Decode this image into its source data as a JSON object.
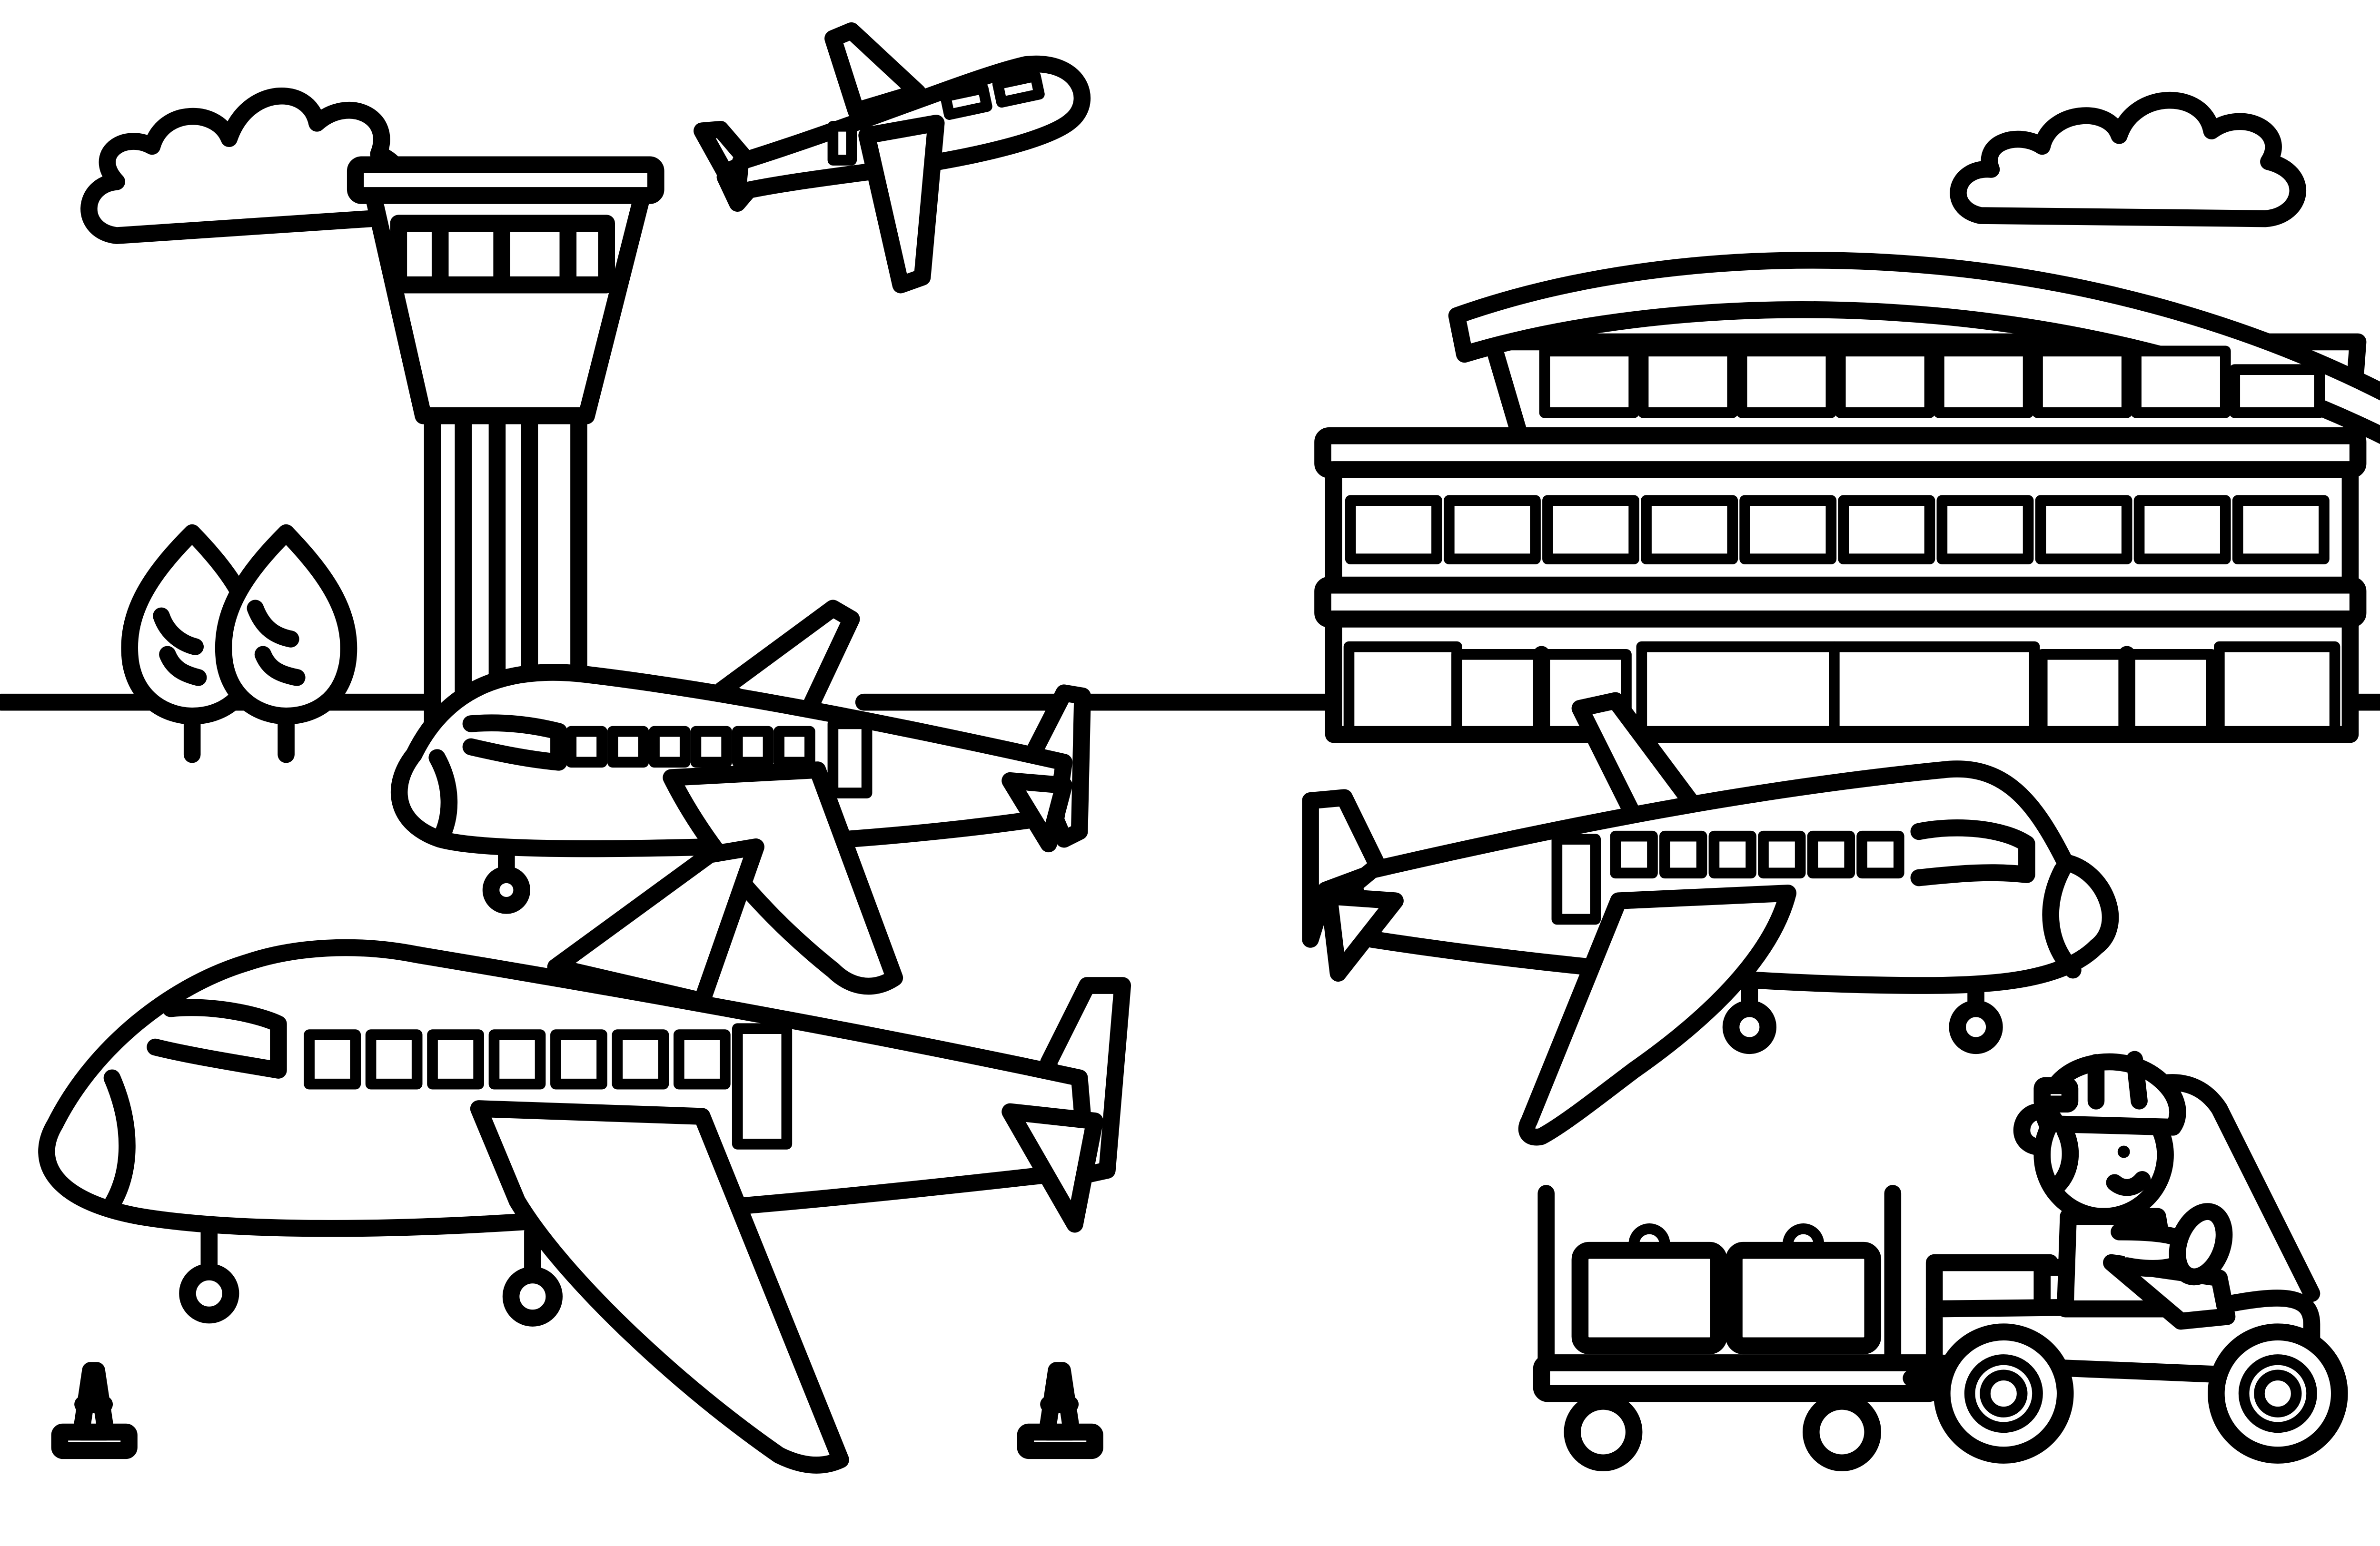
{
  "scene": {
    "description_kind": "coloring-page",
    "colors": {
      "ink": "#000000",
      "paper": "#ffffff"
    },
    "objects": [
      "cloud-left",
      "cloud-right",
      "control-tower",
      "trees",
      "flying-airplane",
      "terminal-building",
      "parked-airplane-middle",
      "parked-airplane-front",
      "parked-airplane-right",
      "traffic-cone-left",
      "traffic-cone-right",
      "baggage-cart",
      "baggage-tractor",
      "worker-with-helmet"
    ]
  }
}
